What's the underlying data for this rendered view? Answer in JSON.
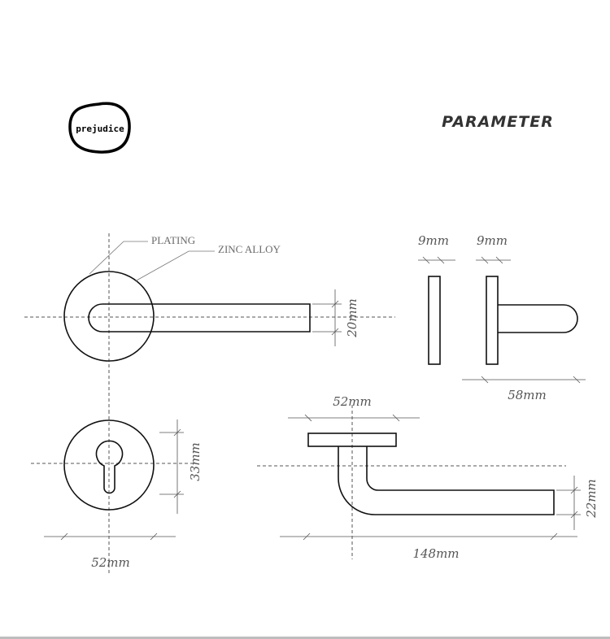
{
  "brand": {
    "logo_text": "prejudice"
  },
  "header": {
    "title": "PARAMETER"
  },
  "labels": {
    "plating": "PLATING",
    "zinc_alloy": "ZINC ALLOY"
  },
  "dimensions": {
    "lever_height": "20mm",
    "rose_thickness_left": "9mm",
    "rose_thickness_right": "9mm",
    "projection": "58mm",
    "escutcheon_height": "33mm",
    "escutcheon_width": "52mm",
    "rose_diameter_top": "52mm",
    "lever_length": "148mm",
    "lever_drop": "22mm"
  }
}
